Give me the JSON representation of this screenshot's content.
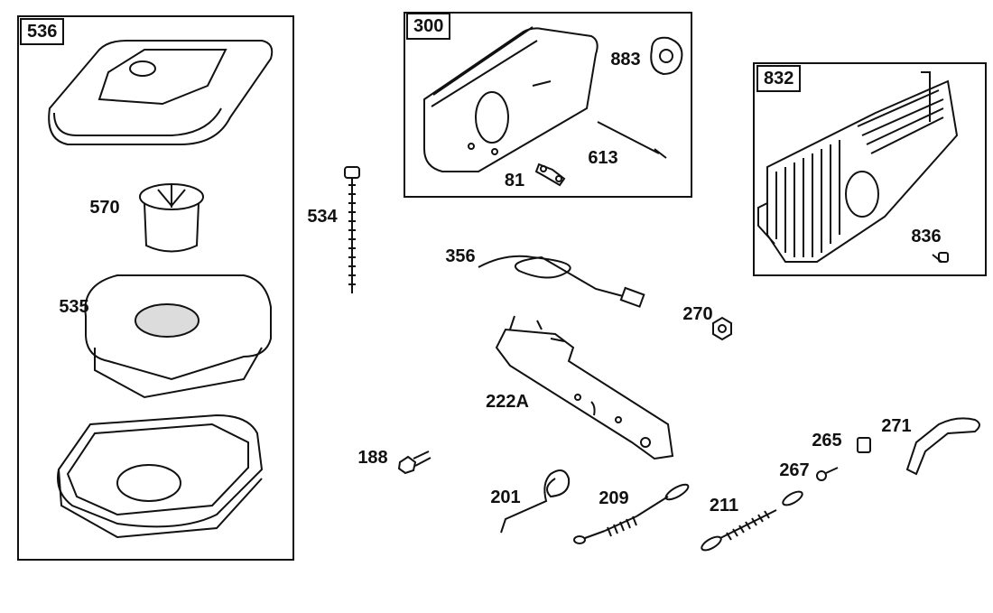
{
  "groups": [
    {
      "id": "536"
    },
    {
      "id": "300"
    },
    {
      "id": "832"
    }
  ],
  "labels": {
    "p570": "570",
    "p535": "535",
    "p534": "534",
    "p883": "883",
    "p613": "613",
    "p81": "81",
    "p836": "836",
    "p356": "356",
    "p270": "270",
    "p222a": "222A",
    "p188": "188",
    "p201": "201",
    "p209": "209",
    "p211": "211",
    "p267": "267",
    "p265": "265",
    "p271": "271"
  },
  "colors": {
    "ink": "#111111",
    "paper": "#ffffff"
  }
}
